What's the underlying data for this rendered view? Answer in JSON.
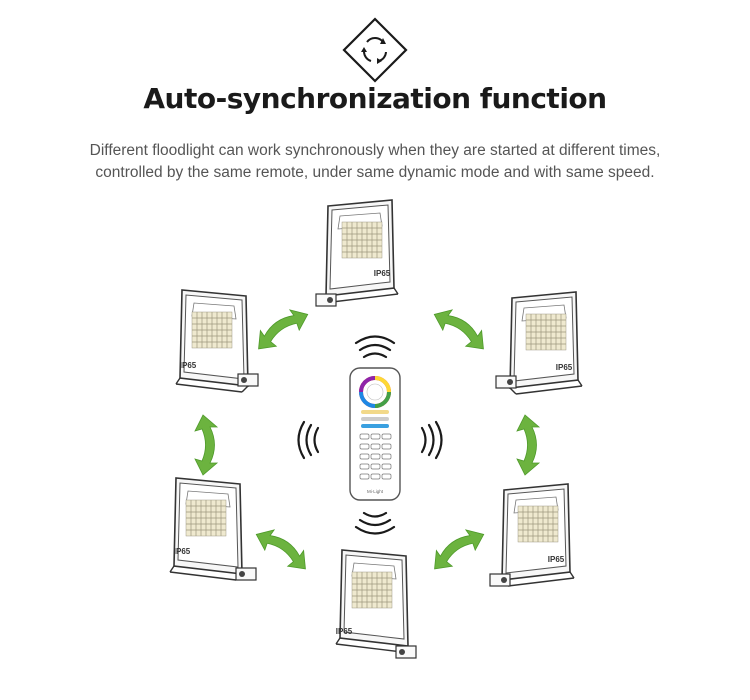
{
  "header": {
    "icon": "auto-sync-icon",
    "title": "Auto-synchronization function"
  },
  "description": {
    "line1": "Different floodlight can work synchronously when they are started at different times,",
    "line2": "controlled by the same remote, under same dynamic mode and with same speed."
  },
  "floodlights": [
    {
      "label": "IP65"
    },
    {
      "label": "IP65"
    },
    {
      "label": "IP65"
    },
    {
      "label": "IP65"
    },
    {
      "label": "IP65"
    },
    {
      "label": "IP65"
    }
  ],
  "remote": {
    "brand": "Mi·Light",
    "icon": "rgb-color-wheel-icon"
  },
  "colors": {
    "arrow_green": "#6cb33f",
    "arrow_green_dark": "#4e9a2a",
    "text_dark": "#1a1a1a",
    "text_gray": "#555555"
  }
}
